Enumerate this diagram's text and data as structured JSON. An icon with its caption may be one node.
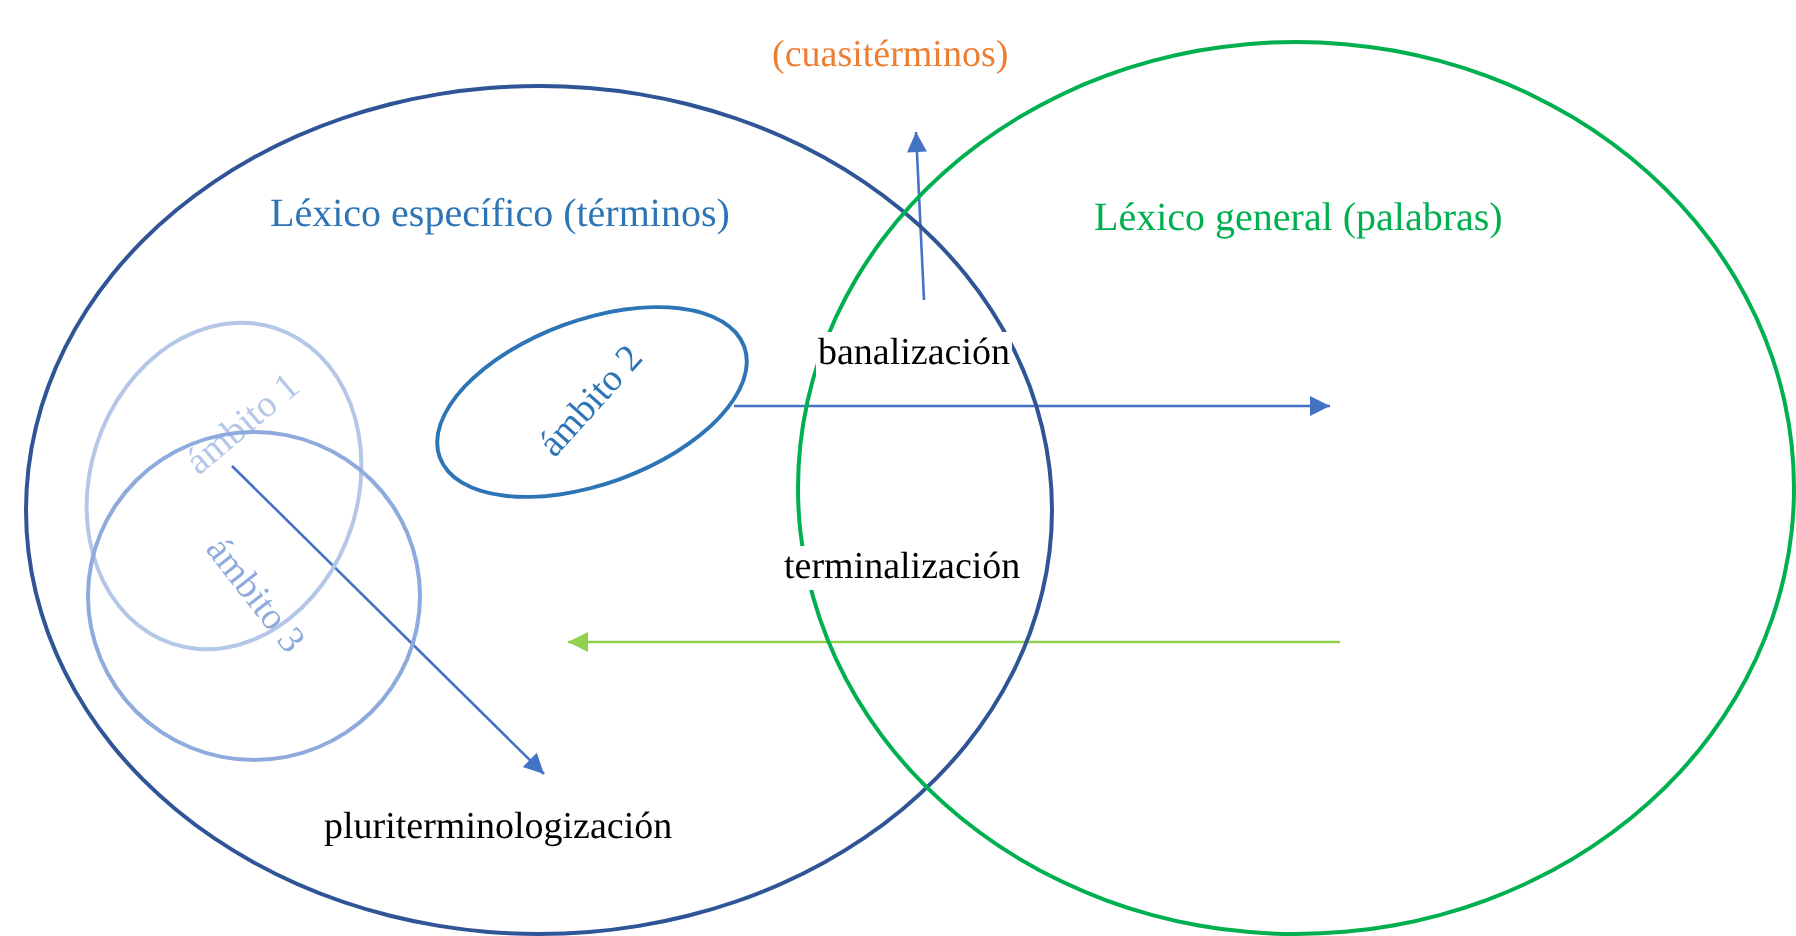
{
  "diagram": {
    "nodes": [
      {
        "text": [
          "Léxico específico (términos)"
        ]
      },
      {
        "text": [
          "Léxico general (palabras)"
        ]
      },
      {
        "text": [
          "ámbito 1"
        ],
        "in": 0
      },
      {
        "text": [
          "ámbito 3"
        ],
        "in": 0
      },
      {
        "text": [
          "ámbito 2"
        ],
        "in": 0
      },
      {
        "text": [
          "(cuasitérminos)"
        ]
      }
    ],
    "edges": [
      {
        "from": 4,
        "to": 1,
        "arrow": "to",
        "label": "banalización"
      },
      {
        "from": 1,
        "to": 5,
        "arrow": "to"
      },
      {
        "from": 1,
        "to": null,
        "arrow": "to",
        "label": "terminalización",
        "color": "#92d050"
      },
      {
        "from": 3,
        "to": null,
        "arrow": "to",
        "label": "pluriterminologización"
      }
    ]
  }
}
